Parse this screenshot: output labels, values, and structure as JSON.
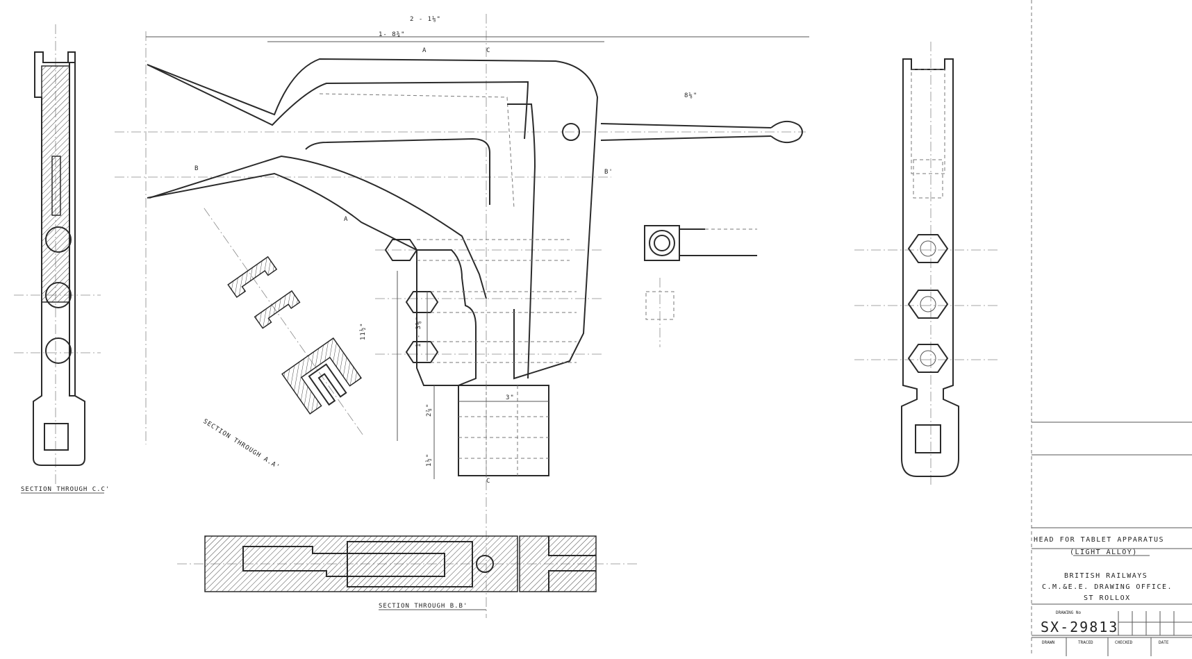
{
  "drawing": {
    "dims": {
      "d_overall": "2 - 1⅛\"",
      "d_width": "1- 8¾\"",
      "d_arm": "8⅛\"",
      "d_height": "11½\"",
      "d_bolt": "1 - 3⅛\"",
      "d_three": "3\"",
      "d_two": "2⅞\"",
      "d_one": "1½\""
    },
    "marks": {
      "a1": "A",
      "a2": "A",
      "b1": "B",
      "b2": "B'",
      "c1": "C",
      "c2": "C"
    },
    "section_labels": {
      "cc": "SECTION THROUGH C.C'",
      "aa": "SECTION THROUGH A.A'",
      "bb": "SECTION THROUGH B.B'"
    }
  },
  "title_block": {
    "title": "HEAD FOR TABLET APPARATUS",
    "subtitle": "(LIGHT ALLOY)",
    "org": "BRITISH RAILWAYS",
    "office": "C.M.&E.E. DRAWING OFFICE.",
    "location": "ST ROLLOX",
    "drawing_no_label": "DRAWING No",
    "drawing_no": "SX-29813",
    "cols": [
      "DRAWN",
      "TRACED",
      "CHECKED",
      "DATE"
    ]
  }
}
